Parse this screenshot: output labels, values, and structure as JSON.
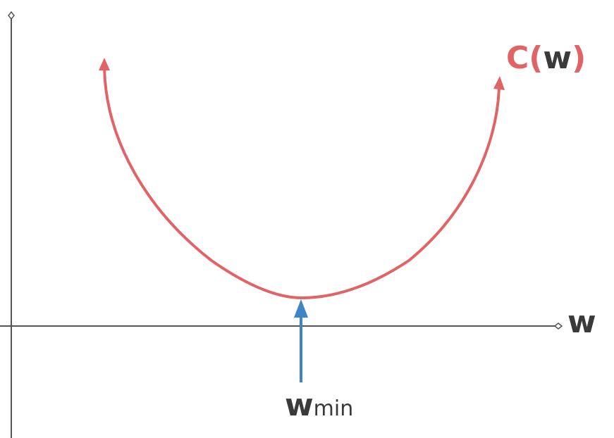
{
  "diagram": {
    "curve_label": {
      "prefix": "C(",
      "var": "w",
      "suffix": ")"
    },
    "x_axis_label": "w",
    "minimum_label": {
      "main": "w",
      "sub": "min"
    },
    "colors": {
      "curve": "#E06466",
      "arrow": "#3E84C6",
      "axis": "#555555",
      "text_dark": "#3A3A3A"
    }
  }
}
